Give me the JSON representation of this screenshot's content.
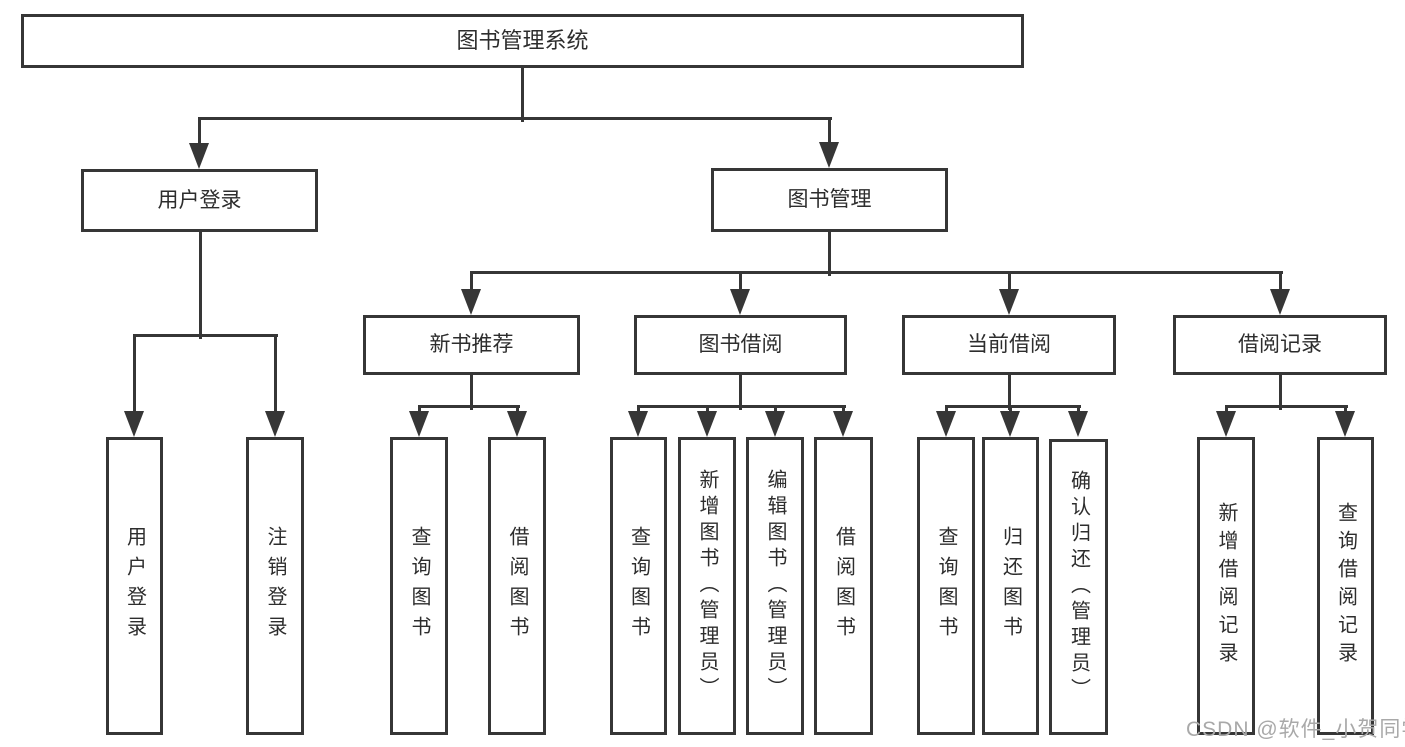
{
  "diagram": {
    "type": "tree",
    "title": "图书管理系统",
    "nodes": {
      "root": "图书管理系统",
      "user_login": "用户登录",
      "book_mgmt": "图书管理",
      "ul_login": "用户登录",
      "ul_logout": "注销登录",
      "new_book": "新书推荐",
      "book_borrow": "图书借阅",
      "current_borrow": "当前借阅",
      "borrow_record": "借阅记录",
      "nb_query": "查询图书",
      "nb_borrow": "借阅图书",
      "bb_query": "查询图书",
      "bb_add": "新增图书（管理员）",
      "bb_edit": "编辑图书（管理员）",
      "bb_borrow": "借阅图书",
      "cb_query": "查询图书",
      "cb_return": "归还图书",
      "cb_confirm": "确认归还（管理员）",
      "br_add": "新增借阅记录",
      "br_query": "查询借阅记录"
    },
    "hierarchy": {
      "图书管理系统": {
        "用户登录": [
          "用户登录",
          "注销登录"
        ],
        "图书管理": {
          "新书推荐": [
            "查询图书",
            "借阅图书"
          ],
          "图书借阅": [
            "查询图书",
            "新增图书（管理员）",
            "编辑图书（管理员）",
            "借阅图书"
          ],
          "当前借阅": [
            "查询图书",
            "归还图书",
            "确认归还（管理员）"
          ],
          "借阅记录": [
            "新增借阅记录",
            "查询借阅记录"
          ]
        }
      }
    },
    "colors": {
      "line": "#363636",
      "text": "#2d2d2d",
      "background": "#ffffff",
      "watermark": "#a9a9a9"
    },
    "watermark": "CSDN @软件_小贺同学"
  }
}
